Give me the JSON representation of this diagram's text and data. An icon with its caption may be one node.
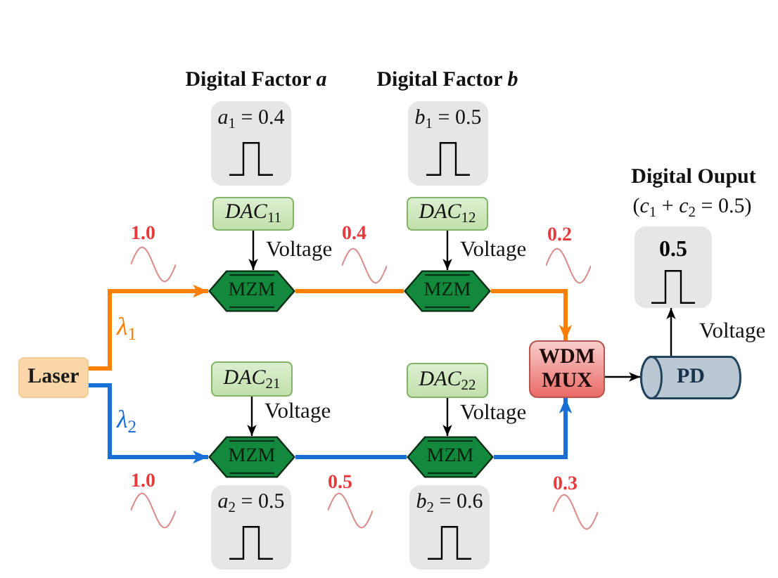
{
  "diagram": {
    "nodes": [
      {
        "text": [
          "*a*$_{1}$ = 0.4"
        ]
      },
      {
        "text": [
          "*b*$_{1}$ = 0.5"
        ]
      },
      {
        "text": [
          "*DAC*$_{11}$"
        ]
      },
      {
        "text": [
          "*DAC*$_{12}$"
        ]
      },
      {
        "text": [
          "0.5"
        ],
        "beside": [
          "Digital Ouput",
          "(*c*$_{1}$ + *c*$_{2}$ = 0.5)"
        ]
      },
      {
        "text": [
          "MZM"
        ]
      },
      {
        "text": [
          "MZM"
        ]
      },
      {
        "text": [
          "Laser"
        ]
      },
      {
        "text": [
          "WDM MUX"
        ]
      },
      {
        "text": [
          "PD"
        ]
      },
      {
        "text": [
          "*DAC*$_{21}$"
        ]
      },
      {
        "text": [
          "*DAC*$_{22}$"
        ]
      },
      {
        "text": [
          "MZM"
        ]
      },
      {
        "text": [
          "MZM"
        ]
      },
      {
        "text": [
          "*a*$_{2}$ = 0.5"
        ]
      },
      {
        "text": [
          "*b*$_{2}$ = 0.6"
        ]
      }
    ],
    "edges": [
      {
        "from": 7,
        "to": 5,
        "arrow": "to",
        "label": "*λ*$_{1}$",
        "style": "thick",
        "color": "#ff8000"
      },
      {
        "from": 5,
        "to": 6,
        "arrow": "none",
        "style": "thick",
        "color": "#ff8000"
      },
      {
        "from": 6,
        "to": 8,
        "arrow": "to",
        "style": "thick",
        "color": "#ff8000"
      },
      {
        "from": 7,
        "to": 12,
        "arrow": "to",
        "label": "*λ*$_{2}$",
        "style": "thick",
        "color": "#1a6fd6"
      },
      {
        "from": 12,
        "to": 13,
        "arrow": "none",
        "style": "thick",
        "color": "#1a6fd6"
      },
      {
        "from": 13,
        "to": 8,
        "arrow": "to",
        "style": "thick",
        "color": "#1a6fd6"
      },
      {
        "from": 2,
        "to": 5,
        "arrow": "to",
        "label": "Voltage"
      },
      {
        "from": 3,
        "to": 6,
        "arrow": "to",
        "label": "Voltage"
      },
      {
        "from": 10,
        "to": 12,
        "arrow": "to",
        "label": "Voltage"
      },
      {
        "from": 11,
        "to": 13,
        "arrow": "to",
        "label": "Voltage"
      },
      {
        "from": 8,
        "to": 9,
        "arrow": "to"
      },
      {
        "from": 9,
        "to": 4,
        "arrow": "to",
        "label": "Voltage"
      }
    ],
    "labels": [
      "Digital Factor *a*",
      "Digital Factor *b*",
      "1.0",
      "0.4",
      "0.2",
      "1.0",
      "0.5",
      "0.3"
    ]
  }
}
